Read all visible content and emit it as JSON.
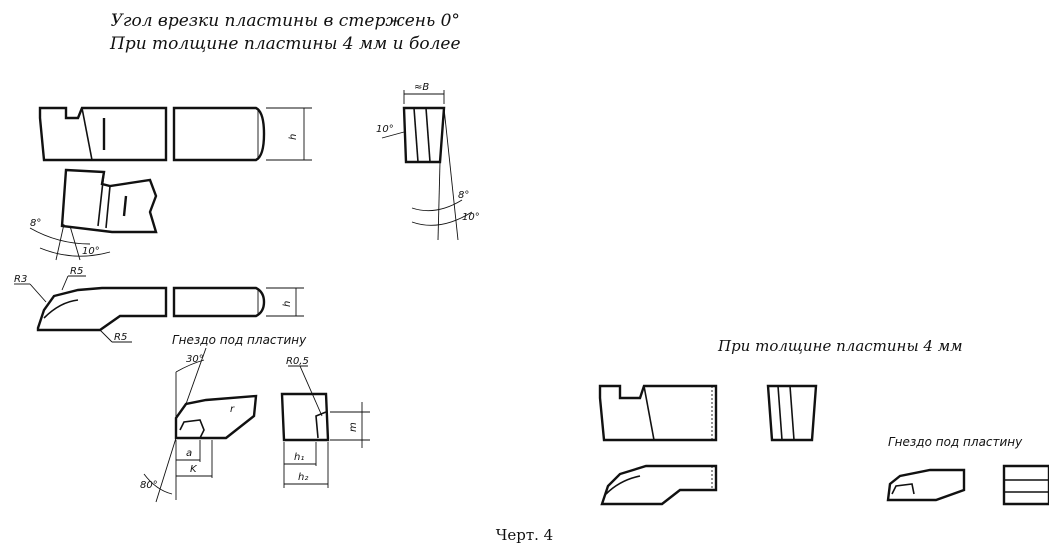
{
  "captions": {
    "main_line1": "Угол врезки пластины в стержень 0°",
    "main_line2": "При толщине пластины 4 мм и более",
    "thin": "При толщине пластины 4 мм",
    "seat1": "Гнездо под пластину",
    "seat2": "Гнездо под пластину",
    "figure": "Черт. 4"
  },
  "labels": {
    "approx_b": "≈B",
    "angle_10a": "10°",
    "h1": "h",
    "angle_8a": "8°",
    "angle_10b": "10°",
    "angle_8b": "8°",
    "angle_10c": "10°",
    "r3": "R3",
    "r5a": "R5",
    "h2": "h",
    "r5b": "R5",
    "angle_30": "30°",
    "r": "r",
    "r05": "R0,5",
    "m": "m",
    "a": "a",
    "k": "K",
    "h_1": "h₁",
    "h_2": "h₂",
    "angle_80": "80°"
  }
}
